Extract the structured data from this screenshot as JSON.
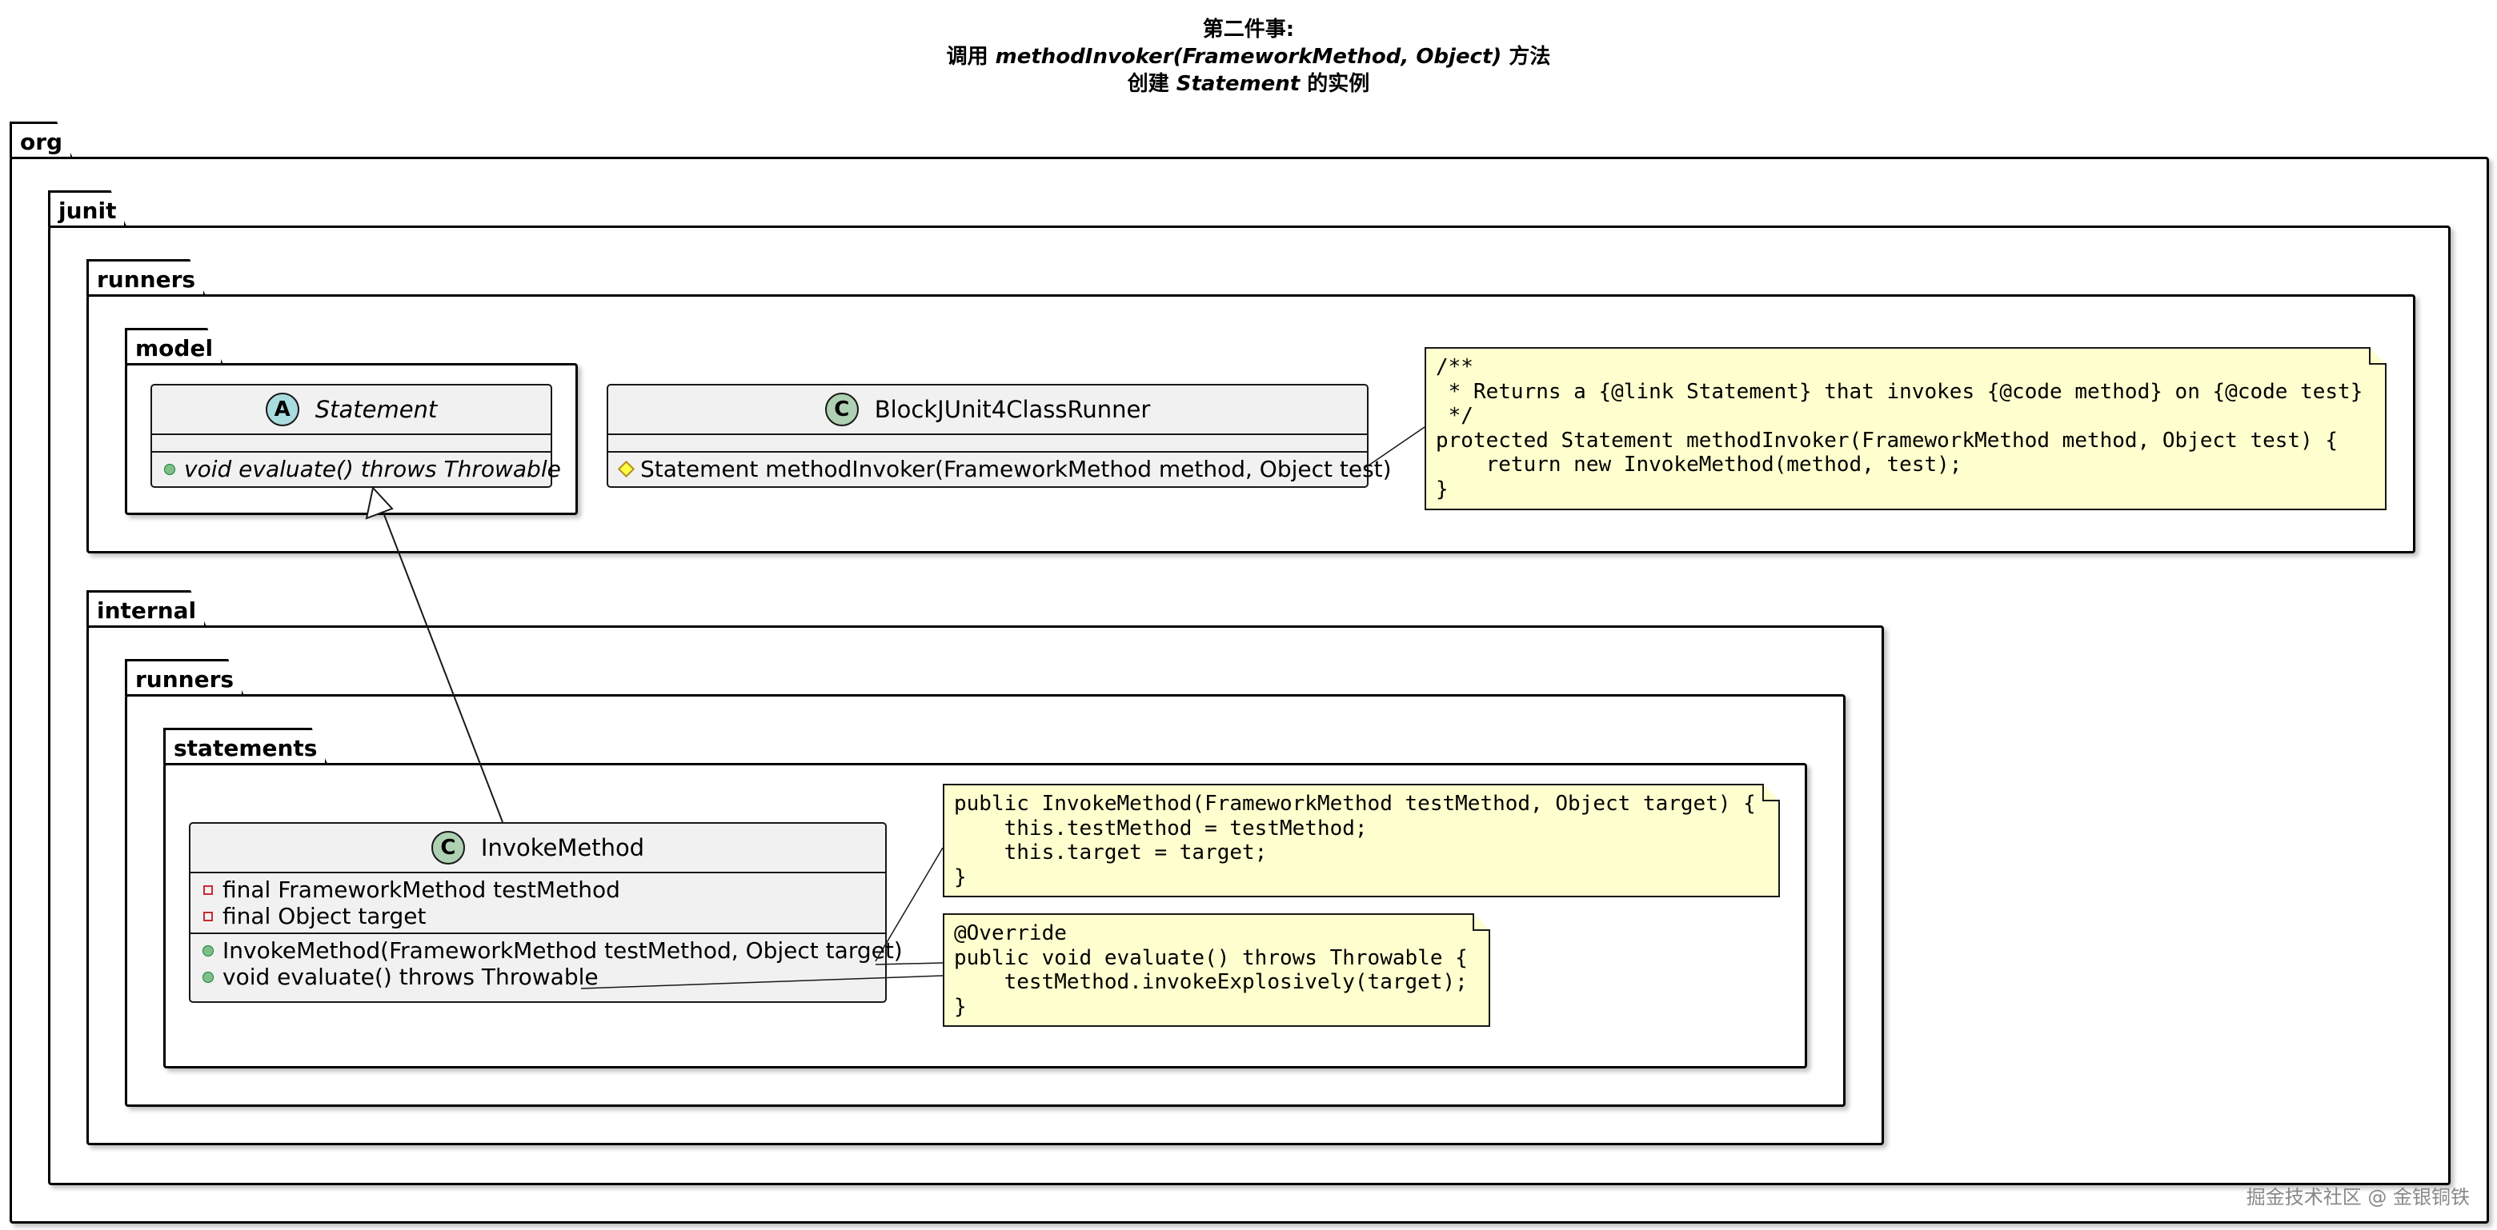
{
  "title": {
    "line1": "第二件事:",
    "line2_prefix": "调用 ",
    "line2_em": "methodInvoker(FrameworkMethod, Object)",
    "line2_suffix": " 方法",
    "line3_prefix": "创建 ",
    "line3_em": "Statement",
    "line3_suffix": " 的实例"
  },
  "packages": {
    "org": "org",
    "junit": "junit",
    "runners": "runners",
    "model": "model",
    "internal": "internal",
    "internal_runners": "runners",
    "statements": "statements"
  },
  "classes": {
    "statement": {
      "stereotype_glyph": "A",
      "name": "Statement",
      "methods": [
        {
          "visibility": "public",
          "text": "void evaluate() throws Throwable"
        }
      ]
    },
    "block_runner": {
      "stereotype_glyph": "C",
      "name": "BlockJUnit4ClassRunner",
      "methods": [
        {
          "visibility": "protected",
          "text": "Statement methodInvoker(FrameworkMethod method, Object test)"
        }
      ]
    },
    "invoke_method": {
      "stereotype_glyph": "C",
      "name": "InvokeMethod",
      "fields": [
        {
          "visibility": "private",
          "text": "final FrameworkMethod testMethod"
        },
        {
          "visibility": "private",
          "text": "final Object target"
        }
      ],
      "methods": [
        {
          "visibility": "public",
          "text": "InvokeMethod(FrameworkMethod testMethod, Object target)"
        },
        {
          "visibility": "public",
          "text": "void evaluate() throws Throwable"
        }
      ]
    }
  },
  "notes": {
    "method_invoker": "/**\n * Returns a {@link Statement} that invokes {@code method} on {@code test}\n */\nprotected Statement methodInvoker(FrameworkMethod method, Object test) {\n    return new InvokeMethod(method, test);\n}",
    "constructor": "public InvokeMethod(FrameworkMethod testMethod, Object target) {\n    this.testMethod = testMethod;\n    this.target = target;\n}",
    "evaluate": "@Override\npublic void evaluate() throws Throwable {\n    testMethod.invokeExplosively(target);\n}"
  },
  "colors": {
    "class_fill": "#f1f1f1",
    "class_border": "#181818",
    "class_circle": "#add1b2",
    "abstract_circle": "#a9dcdf",
    "note_fill": "#fefece"
  },
  "watermark": "掘金技术社区 @ 金银铜铁"
}
